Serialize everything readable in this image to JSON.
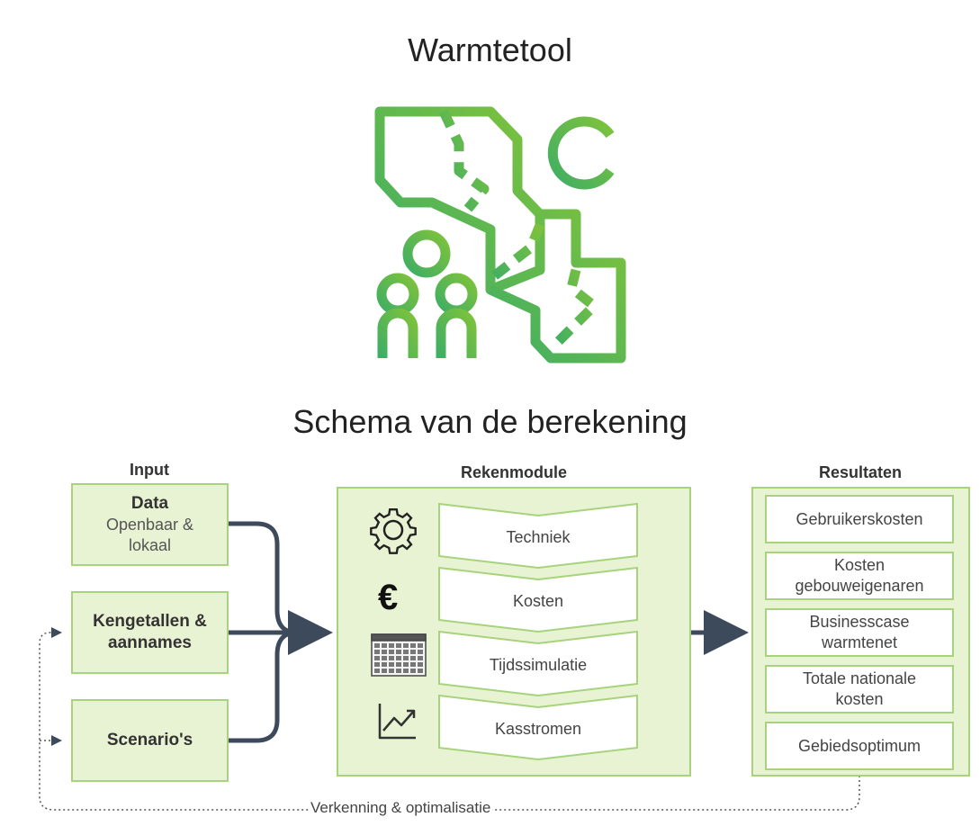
{
  "title": "Warmtetool",
  "subtitle": "Schema van de berekening",
  "columns": {
    "input": "Input",
    "reken": "Rekenmodule",
    "result": "Resultaten"
  },
  "inputs": {
    "data": {
      "title": "Data",
      "sub1": "Openbaar &",
      "sub2": "lokaal"
    },
    "kengetallen": {
      "line1": "Kengetallen &",
      "line2": "aannames"
    },
    "scenarios": {
      "label": "Scenario's"
    }
  },
  "steps": [
    "Techniek",
    "Kosten",
    "Tijdssimulatie",
    "Kasstromen"
  ],
  "step_icons": [
    "gear-icon",
    "euro-icon",
    "calendar-icon",
    "chart-icon"
  ],
  "results": [
    {
      "l1": "Gebruikerskosten",
      "l2": ""
    },
    {
      "l1": "Kosten",
      "l2": "gebouweigenaren"
    },
    {
      "l1": "Businesscase",
      "l2": "warmtenet"
    },
    {
      "l1": "Totale nationale",
      "l2": "kosten"
    },
    {
      "l1": "Gebiedsoptimum",
      "l2": ""
    }
  ],
  "feedback_label": "Verkenning & optimalisatie",
  "colors": {
    "green": "#4caf50",
    "box_fill": "#e7f3d2",
    "box_border": "#a7d37d",
    "arrow": "#3d4a5c"
  }
}
